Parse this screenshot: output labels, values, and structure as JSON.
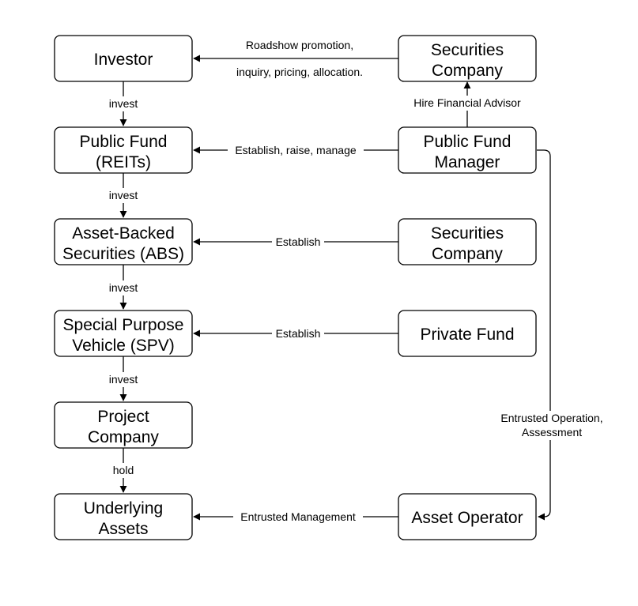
{
  "nodes": {
    "investor": [
      "Investor"
    ],
    "public_fund": [
      "Public Fund",
      "(REITs)"
    ],
    "abs": [
      "Asset-Backed",
      "Securities (ABS)"
    ],
    "spv": [
      "Special Purpose",
      "Vehicle (SPV)"
    ],
    "project_company": [
      "Project",
      "Company"
    ],
    "underlying_assets": [
      "Underlying",
      "Assets"
    ],
    "securities_company_top": [
      "Securities",
      "Company"
    ],
    "public_fund_manager": [
      "Public Fund",
      "Manager"
    ],
    "securities_company_mid": [
      "Securities",
      "Company"
    ],
    "private_fund": [
      "Private Fund"
    ],
    "asset_operator": [
      "Asset Operator"
    ]
  },
  "edges": {
    "roadshow": [
      "Roadshow promotion,",
      "inquiry, pricing, allocation."
    ],
    "hire_advisor": [
      "Hire Financial Advisor"
    ],
    "establish_raise_manage": [
      "Establish, raise, manage"
    ],
    "establish_abs": [
      "Establish"
    ],
    "establish_spv": [
      "Establish"
    ],
    "entrusted_management": [
      "Entrusted Management"
    ],
    "entrusted_operation": [
      "Entrusted Operation,",
      "Assessment"
    ],
    "invest_1": [
      "invest"
    ],
    "invest_2": [
      "invest"
    ],
    "invest_3": [
      "invest"
    ],
    "invest_4": [
      "invest"
    ],
    "hold": [
      "hold"
    ]
  }
}
